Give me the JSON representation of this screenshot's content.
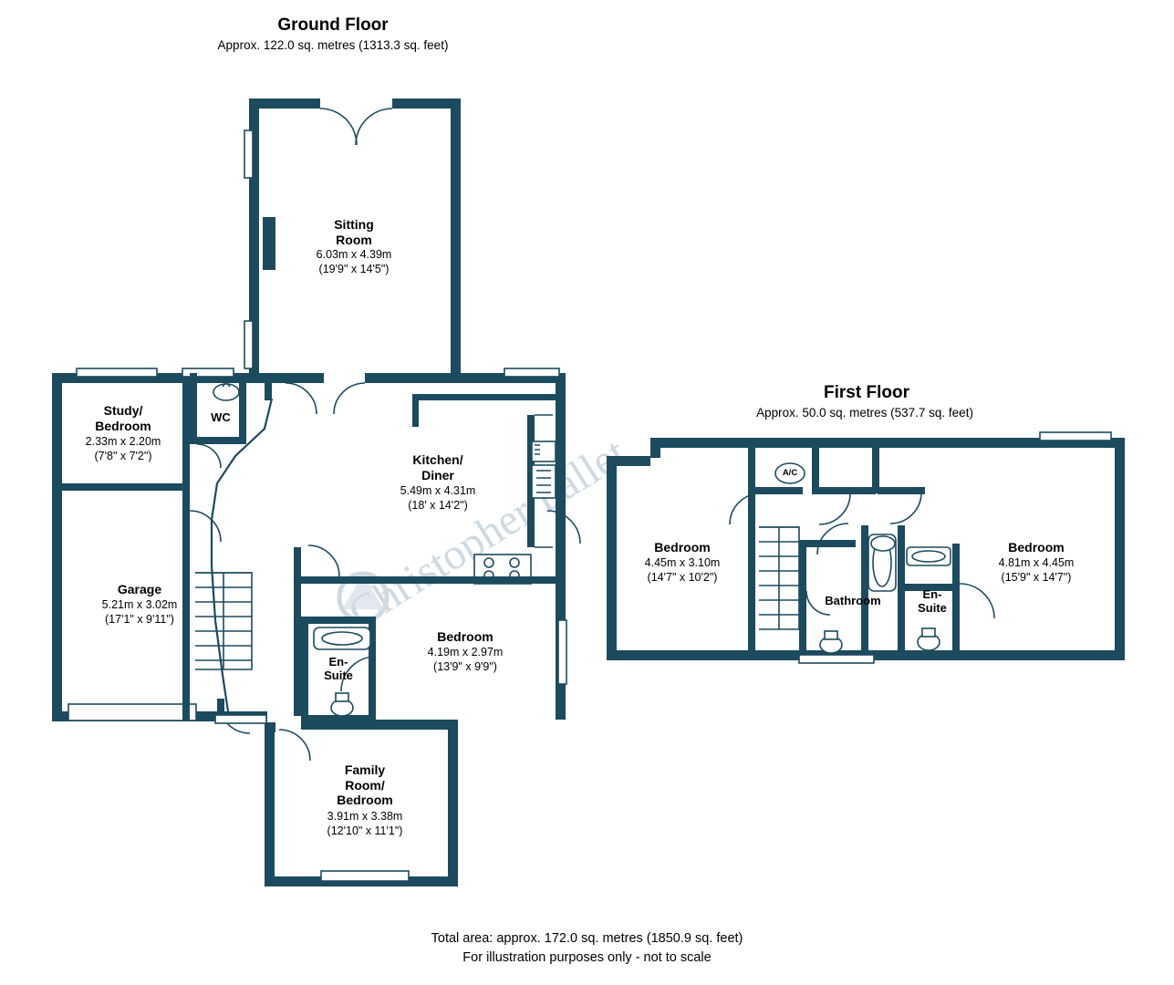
{
  "document": {
    "watermark": "Christopher Pallet",
    "footer_line1": "Total area: approx. 172.0 sq. metres (1850.9 sq. feet)",
    "footer_line2": "For illustration purposes only - not to scale"
  },
  "colors": {
    "wall": "#1c4a5e",
    "thin_line": "#1c4a5e",
    "background": "#ffffff",
    "watermark": "#c7d3de"
  },
  "floors": [
    {
      "id": "ground-floor",
      "title": "Ground Floor",
      "area": "Approx. 122.0 sq. metres (1313.3 sq. feet)",
      "rooms": [
        {
          "id": "sitting-room",
          "name": "Sitting\nRoom",
          "dims_metric": "6.03m x 4.39m",
          "dims_imperial": "(19'9\" x 14'5\")"
        },
        {
          "id": "study-bedroom",
          "name": "Study/\nBedroom",
          "dims_metric": "2.33m x 2.20m",
          "dims_imperial": "(7'8\" x 7'2\")"
        },
        {
          "id": "wc",
          "name": "WC",
          "dims_metric": "",
          "dims_imperial": ""
        },
        {
          "id": "kitchen-diner",
          "name": "Kitchen/\nDiner",
          "dims_metric": "5.49m x 4.31m",
          "dims_imperial": "(18' x 14'2\")"
        },
        {
          "id": "garage",
          "name": "Garage",
          "dims_metric": "5.21m x 3.02m",
          "dims_imperial": "(17'1\" x 9'11\")"
        },
        {
          "id": "ground-bedroom",
          "name": "Bedroom",
          "dims_metric": "4.19m x 2.97m",
          "dims_imperial": "(13'9\" x 9'9\")"
        },
        {
          "id": "ground-en-suite",
          "name": "En-\nSuite",
          "dims_metric": "",
          "dims_imperial": ""
        },
        {
          "id": "family-room-bedroom",
          "name": "Family\nRoom/\nBedroom",
          "dims_metric": "3.91m x 3.38m",
          "dims_imperial": "(12'10\" x 11'1\")"
        }
      ]
    },
    {
      "id": "first-floor",
      "title": "First Floor",
      "area": "Approx. 50.0 sq. metres (537.7 sq. feet)",
      "rooms": [
        {
          "id": "first-bedroom-left",
          "name": "Bedroom",
          "dims_metric": "4.45m x 3.10m",
          "dims_imperial": "(14'7\" x 10'2\")"
        },
        {
          "id": "first-bedroom-right",
          "name": "Bedroom",
          "dims_metric": "4.81m x 4.45m",
          "dims_imperial": "(15'9\" x 14'7\")"
        },
        {
          "id": "bathroom",
          "name": "Bathroom",
          "dims_metric": "",
          "dims_imperial": ""
        },
        {
          "id": "first-en-suite",
          "name": "En-\nSuite",
          "dims_metric": "",
          "dims_imperial": ""
        },
        {
          "id": "ac-cupboard",
          "name": "A/C",
          "dims_metric": "",
          "dims_imperial": ""
        }
      ]
    }
  ]
}
